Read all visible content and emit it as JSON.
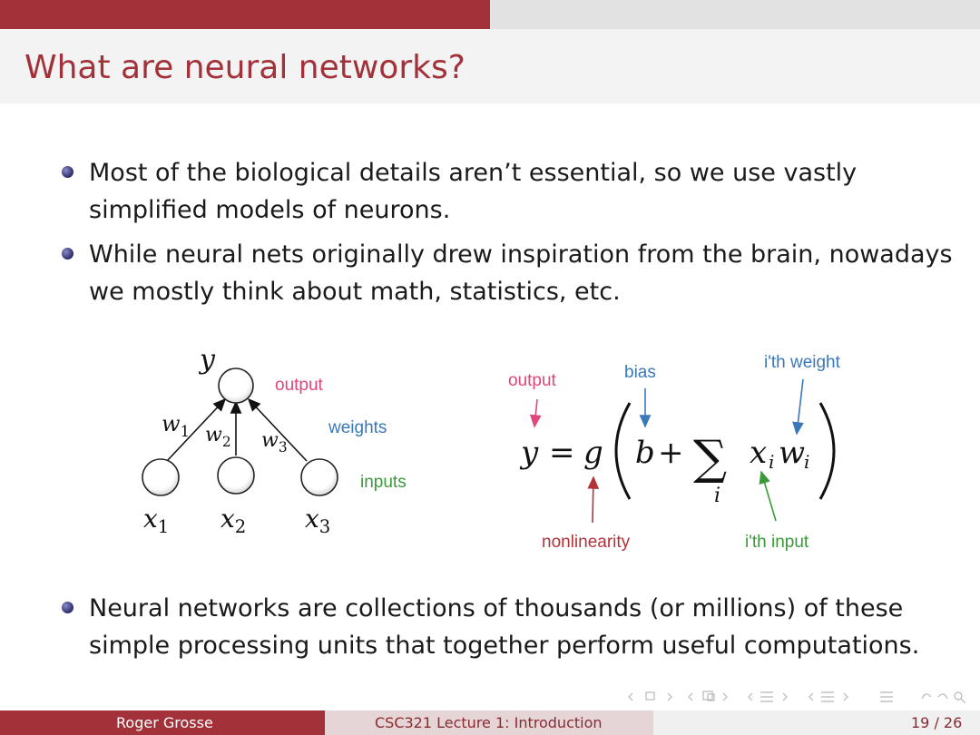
{
  "slide": {
    "title": "What are neural networks?",
    "bullets": [
      "Most of the biological details aren’t essential, so we use vastly simplified models of neurons.",
      "While neural nets originally drew inspiration from the brain, nowadays we mostly think about math, statistics, etc.",
      "Neural networks are collections of thousands (or millions) of these simple processing units that together perform useful computations."
    ]
  },
  "diagram": {
    "output_var": "y",
    "weights": [
      "w1",
      "w2",
      "w3"
    ],
    "inputs": [
      "x1",
      "x2",
      "x3"
    ],
    "label_output": "output",
    "label_weights": "weights",
    "label_inputs": "inputs"
  },
  "formula": {
    "lhs": "y",
    "equals": "=",
    "func": "g",
    "bias": "b",
    "plus": "+",
    "sum": "∑",
    "index": "i",
    "term_x": "x",
    "term_w": "w",
    "label_output": "output",
    "label_bias": "bias",
    "label_weight": "i'th weight",
    "label_nonlinearity": "nonlinearity",
    "label_input": "i'th input"
  },
  "footer": {
    "author": "Roger Grosse",
    "course": "CSC321 Lecture 1: Introduction",
    "page": "19 / 26"
  },
  "colors": {
    "accent": "#a3313a",
    "pink": "#e0457b",
    "blue": "#3a78b8",
    "green": "#3a9a3a",
    "red": "#b3333b"
  }
}
